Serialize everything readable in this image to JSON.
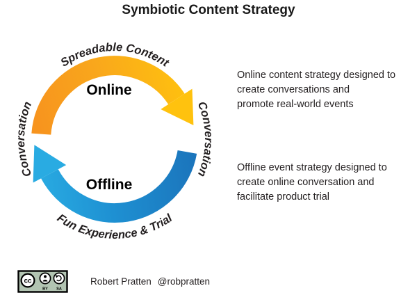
{
  "title": "Symbiotic Content Strategy",
  "cycle": {
    "top_label": "Spreadable Content",
    "right_label": "Conversation",
    "bottom_label": "Fun Experience & Trial",
    "left_label": "Conversation",
    "online": "Online",
    "offline": "Offline"
  },
  "colors": {
    "orange": "#F7941E",
    "yellow": "#FFC20E",
    "dark_blue": "#1B75BC",
    "light_blue": "#29ABE2",
    "text": "#231F20",
    "badge_bg": "#B2C4B2"
  },
  "descriptions": {
    "online": "Online content strategy designed to\ncreate conversations and\npromote real-world events",
    "offline": "Offline event strategy designed to\ncreate online conversation and\nfacilitate product trial"
  },
  "footer": {
    "cc": "cc",
    "by": "BY",
    "sa": "SA",
    "name": "Robert Pratten",
    "handle": "@robpratten"
  }
}
